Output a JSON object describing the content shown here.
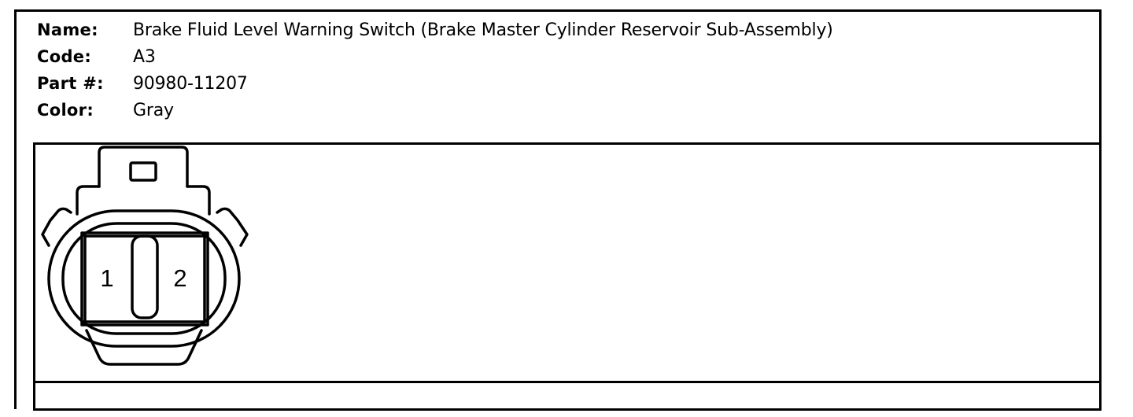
{
  "info": {
    "name_label": "Name:",
    "name_value": "Brake Fluid Level Warning Switch (Brake Master Cylinder Reservoir Sub-Assembly)",
    "code_label": "Code:",
    "code_value": "A3",
    "part_label": "Part #:",
    "part_value": "90980-11207",
    "color_label": "Color:",
    "color_value": "Gray"
  },
  "connector": {
    "pins": [
      "1",
      "2"
    ]
  }
}
